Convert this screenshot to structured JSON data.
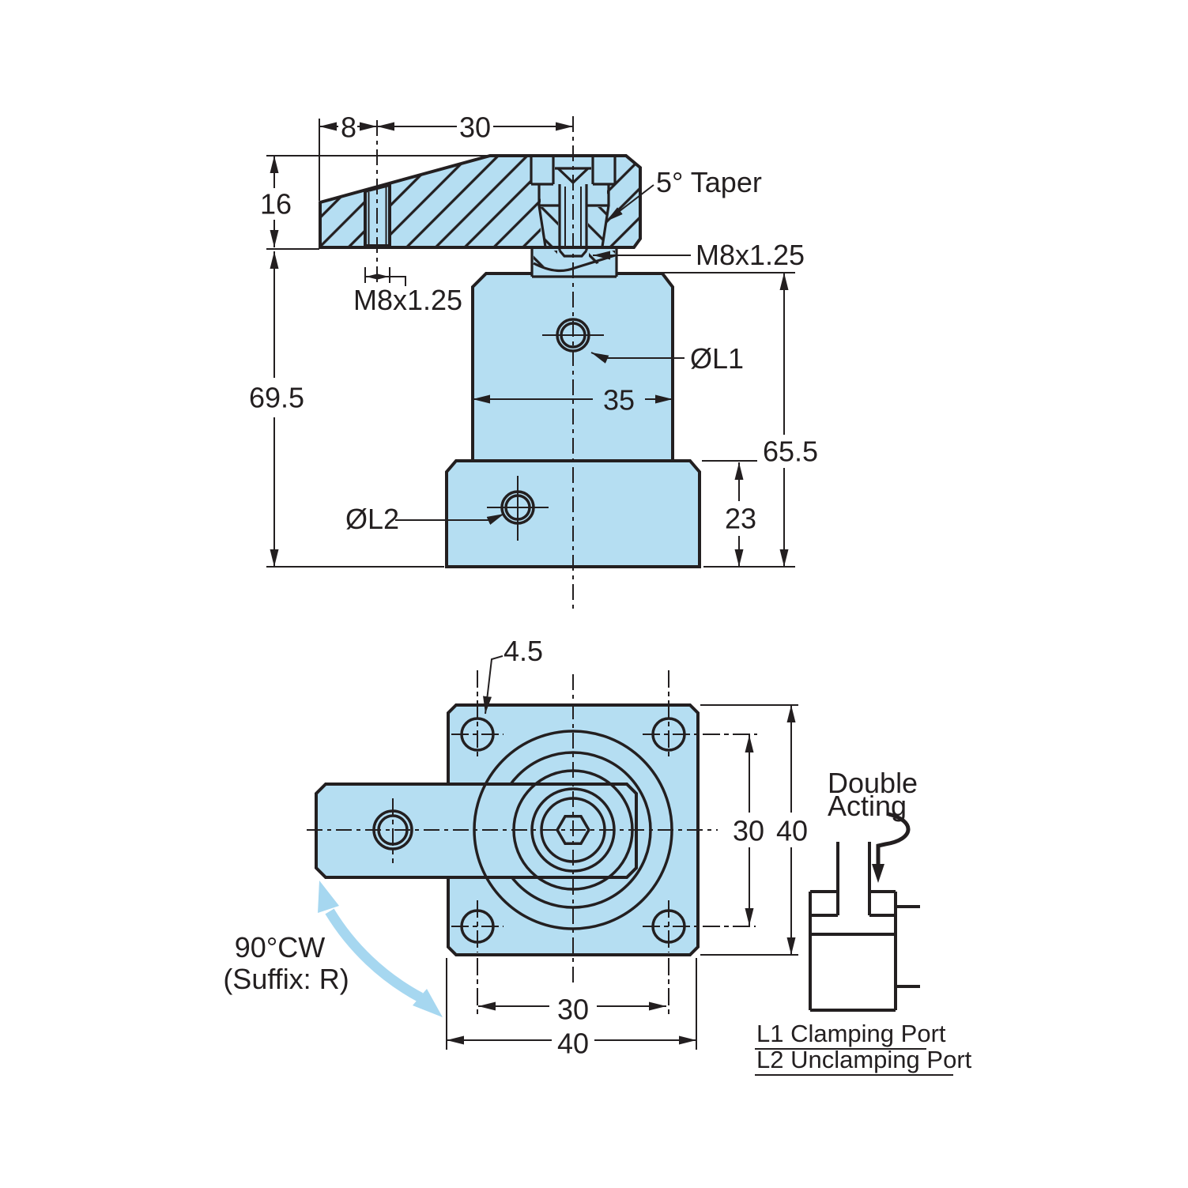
{
  "colors": {
    "part_fill": "#b5def2",
    "line": "#231f20",
    "rotation_arrow": "#a6d7f0",
    "background": "#ffffff"
  },
  "side_view": {
    "dims": {
      "arm_offset": "8",
      "arm_reach": "30",
      "arm_height": "16",
      "overall_height": "69.5",
      "body_width": "35",
      "body_height": "65.5",
      "flange_height": "23"
    },
    "labels": {
      "taper": "5° Taper",
      "arm_thread": "M8x1.25",
      "rod_thread": "M8x1.25",
      "clamp_port": "ØL1",
      "unclamp_port": "ØL2"
    }
  },
  "plan_view": {
    "dims": {
      "mount_hole": "4.5",
      "bolt_spacing_vertical": "30",
      "flange_size_vertical": "40",
      "bolt_spacing_horizontal": "30",
      "flange_size_horizontal": "40"
    },
    "labels": {
      "rotation": "90°CW",
      "rotation_suffix": "(Suffix: R)"
    }
  },
  "schematic": {
    "labels": {
      "acting_line1": "Double",
      "acting_line2": "Acting"
    },
    "legend": {
      "l1": "L1 Clamping Port",
      "l2": "L2 Unclamping Port"
    }
  }
}
